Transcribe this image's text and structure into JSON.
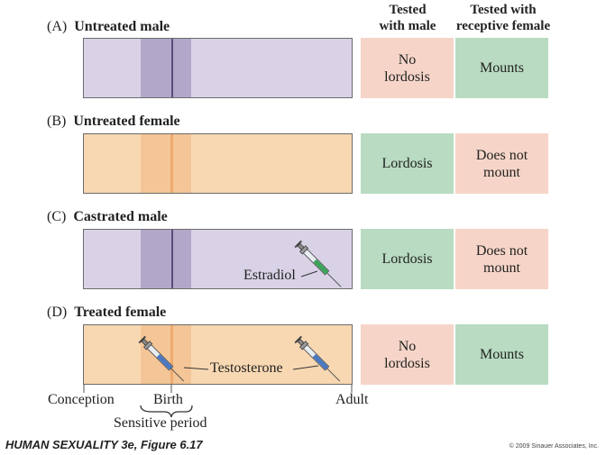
{
  "columns": {
    "male_line1": "Tested",
    "male_line2": "with male",
    "female_line1": "Tested with",
    "female_line2": "receptive female"
  },
  "rows": [
    {
      "letter": "(A)",
      "title": "Untreated male",
      "bar": "male",
      "with_male": [
        "No",
        "lordosis"
      ],
      "with_female": [
        "Mounts"
      ]
    },
    {
      "letter": "(B)",
      "title": "Untreated female",
      "bar": "female",
      "with_male": [
        "Lordosis"
      ],
      "with_female": [
        "Does not",
        "mount"
      ]
    },
    {
      "letter": "(C)",
      "title": "Castrated male",
      "bar": "male",
      "with_male": [
        "Lordosis"
      ],
      "with_female": [
        "Does not",
        "mount"
      ],
      "injection": "Estradiol"
    },
    {
      "letter": "(D)",
      "title": "Treated female",
      "bar": "female",
      "with_male": [
        "No",
        "lordosis"
      ],
      "with_female": [
        "Mounts"
      ],
      "injection": "Testosterone"
    }
  ],
  "axis": {
    "start": "Conception",
    "birth": "Birth",
    "end": "Adult",
    "period": "Sensitive period"
  },
  "footer": {
    "credit": "HUMAN SEXUALITY 3e, Figure 6.17",
    "copyright": "© 2009 Sinauer Associates, Inc."
  },
  "colors": {
    "male_bar": "#d9d2e6",
    "female_bar": "#f8d8b2",
    "no_behavior": "#f6d5c8",
    "behavior": "#b8dbc1",
    "estradiol_fluid": "#3aa457",
    "testosterone_fluid": "#4a78c2"
  },
  "icons": [
    "syringe-icon",
    "brace-icon"
  ]
}
